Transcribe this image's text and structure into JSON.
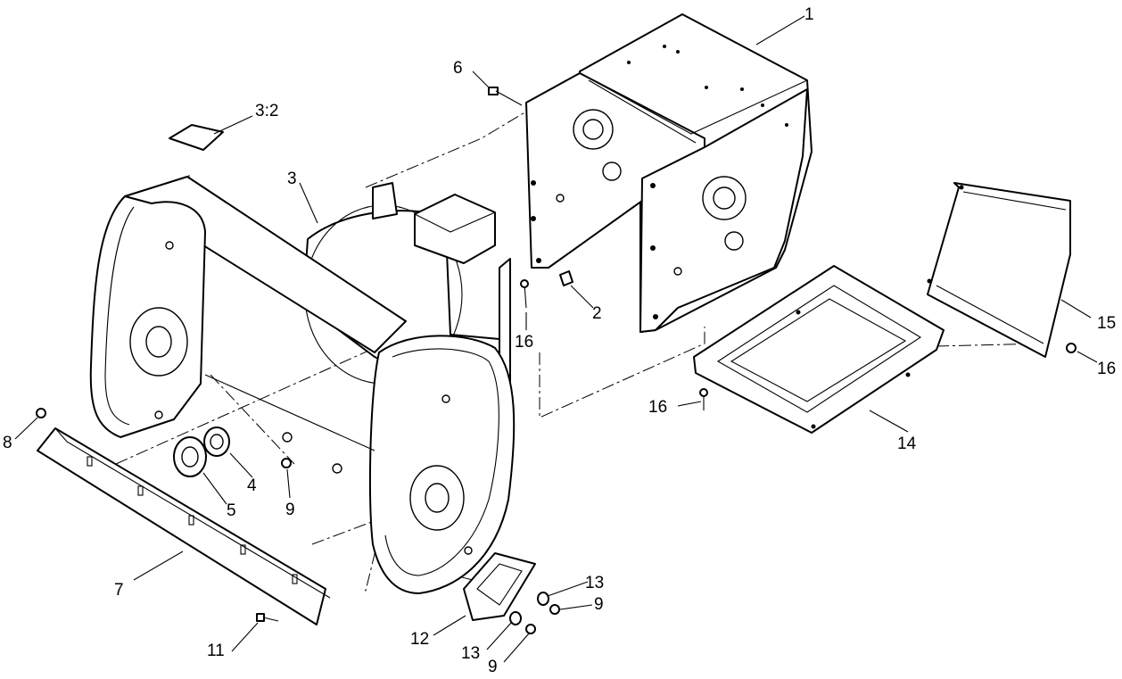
{
  "callouts": [
    {
      "text": "1"
    },
    {
      "text": "6"
    },
    {
      "text": "3:2"
    },
    {
      "text": "3"
    },
    {
      "text": "2"
    },
    {
      "text": "16"
    },
    {
      "text": "15"
    },
    {
      "text": "16"
    },
    {
      "text": "16"
    },
    {
      "text": "14"
    },
    {
      "text": "8"
    },
    {
      "text": "4"
    },
    {
      "text": "5"
    },
    {
      "text": "9"
    },
    {
      "text": "7"
    },
    {
      "text": "11"
    },
    {
      "text": "12"
    },
    {
      "text": "13"
    },
    {
      "text": "9"
    },
    {
      "text": "13"
    },
    {
      "text": "9"
    }
  ],
  "colors": {
    "line": "#000000",
    "background": "#ffffff"
  }
}
